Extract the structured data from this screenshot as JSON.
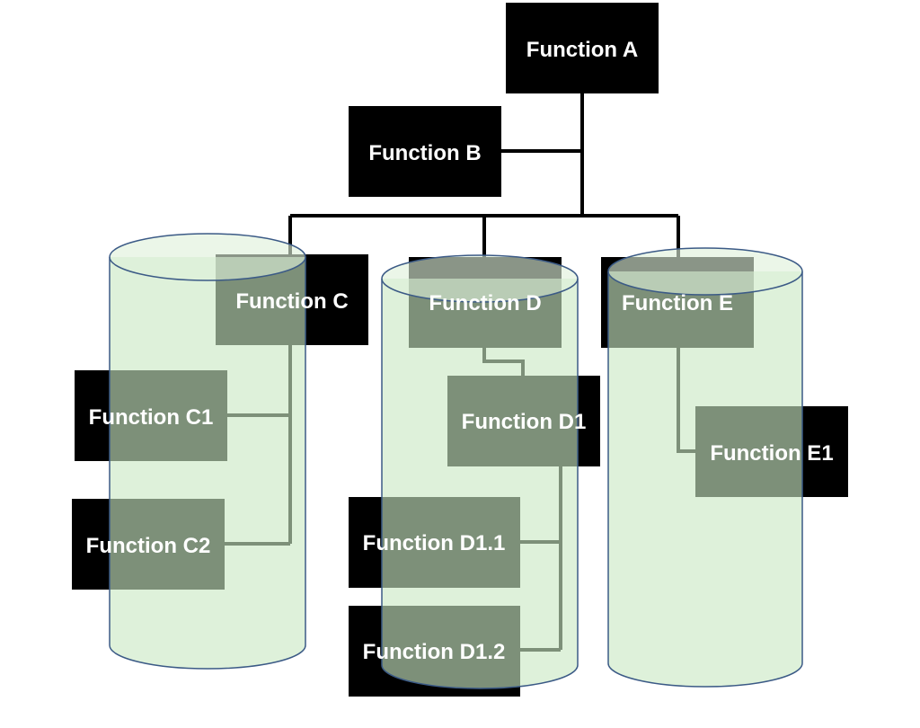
{
  "nodes": {
    "a": "Function A",
    "b": "Function B",
    "c": "Function C",
    "d": "Function D",
    "e": "Function E",
    "c1": "Function C1",
    "c2": "Function C2",
    "d1": "Function D1",
    "d11": "Function D1.1",
    "d12": "Function D1.2",
    "e1": "Function E1"
  },
  "colors": {
    "box": "#000000",
    "text": "#ffffff",
    "cylinder_fill": "#c9e8c3",
    "cylinder_stroke": "#3b5a86",
    "connector": "#000000"
  }
}
